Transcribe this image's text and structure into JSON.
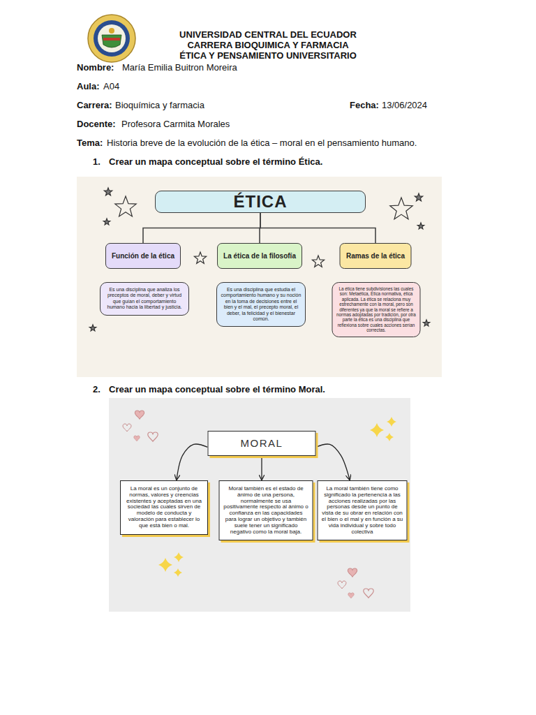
{
  "diagram": {
    "nodes": [
      {
        "text": [
          "ÉTICA"
        ]
      },
      {
        "text": [
          "Función de la ética"
        ]
      },
      {
        "text": [
          "La ética de la filosofía"
        ]
      },
      {
        "text": [
          "Ramas de la ética"
        ]
      },
      {
        "text": [
          "Es una disciplina que analiza los preceptos de moral, deber y virtud que guían el comportamiento humano hacia la libertad y justicia."
        ]
      },
      {
        "text": [
          "Es una disciplina que estudia el comportamiento humano y su noción en la toma de decisiones entre el bien y el mal, el precepto moral, el deber, la felicidad y el bienestar común."
        ]
      },
      {
        "text": [
          "La ética tiene subdivisiones las cuales son: Metaética, Ética normativa, ética aplicada. La ética se relaciona muy estrechamente con la moral, pero son diferentes ya que la moral se refiere a normas adoptadas por tradición, por otra parte la ética es una disciplina que reflexiona sobre cuales acciones serían correctas."
        ]
      },
      {
        "text": [
          "MORAL"
        ]
      },
      {
        "text": [
          "La moral es un conjunto de normas, valores y creencias existentes y aceptadas en una sociedad las cuales sirven de modelo de conducta y valoración para establecer lo que está bien o mal."
        ]
      },
      {
        "text": [
          "Moral también es el estado de ánimo de una persona, normalmente se usa positivamente respecto al ánimo o confianza en las capacidades para lograr un objetivo y también suele tener un significado negativo como la moral baja."
        ]
      },
      {
        "text": [
          "La moral también tiene como significado la pertenencia a las acciones realizadas por las personas desde un punto de vista de su obrar en relación con el bien o el mal y en función a su vida individual y sobre todo colectiva"
        ]
      }
    ],
    "edges": [
      {
        "from": 0,
        "to": 1,
        "arrow": "none"
      },
      {
        "from": 0,
        "to": 2,
        "arrow": "none"
      },
      {
        "from": 0,
        "to": 3,
        "arrow": "none"
      },
      {
        "from": 7,
        "to": 8,
        "arrow": "to"
      },
      {
        "from": 7,
        "to": 9,
        "arrow": "to"
      },
      {
        "from": 7,
        "to": 10,
        "arrow": "to"
      }
    ],
    "labels": [
      "UNIVERSIDAD CENTRAL DEL ECUADOR",
      "CARRERA BIOQUIMICA Y FARMACIA",
      "ÉTICA Y PENSAMIENTO UNIVERSITARIO",
      "Nombre:",
      "María Emilia Buitron Moreira",
      "Aula:",
      "A04",
      "Carrera:",
      "Bioquímica y farmacia",
      "Fecha:",
      "13/06/2024",
      "Docente:",
      "Profesora Carmita Morales",
      "Tema:",
      "Historia breve de la evolución de la ética – moral en el pensamiento humano.",
      "1.",
      "Crear un mapa conceptual sobre el término Ética.",
      "2.",
      "Crear un mapa conceptual sobre el término Moral."
    ]
  }
}
